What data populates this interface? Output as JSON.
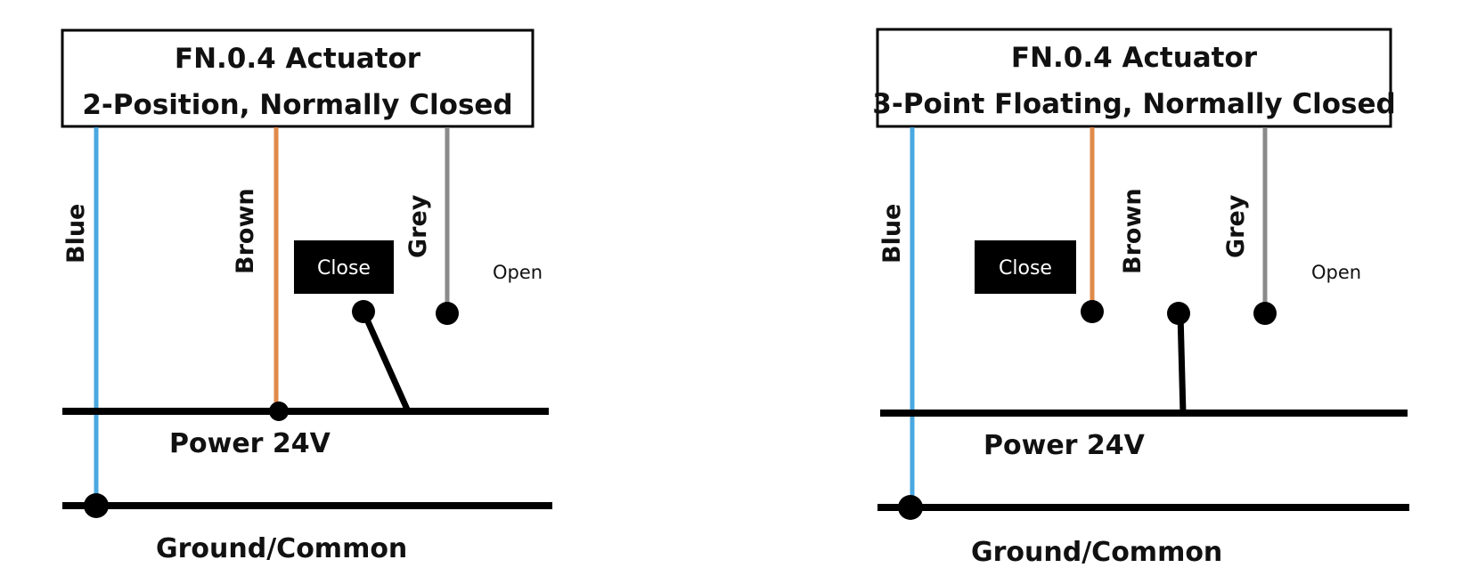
{
  "left": {
    "title": "FN.0.4 Actuator",
    "subtitle": "2-Position, Normally Closed",
    "wire_blue": "Blue",
    "wire_brown": "Brown",
    "wire_grey": "Grey",
    "close_label": "Close",
    "open_label": "Open",
    "power_label": "Power 24V",
    "ground_label": "Ground/Common"
  },
  "right": {
    "title": "FN.0.4 Actuator",
    "subtitle": "3-Point Floating, Normally Closed",
    "wire_blue": "Blue",
    "wire_brown": "Brown",
    "wire_grey": "Grey",
    "close_label": "Close",
    "open_label": "Open",
    "power_label": "Power 24V",
    "ground_label": "Ground/Common"
  },
  "colors": {
    "blue_wire": "#4aa8e0",
    "brown_wire": "#e08a4a",
    "grey_wire": "#8a8a8a",
    "bus": "#000000"
  }
}
